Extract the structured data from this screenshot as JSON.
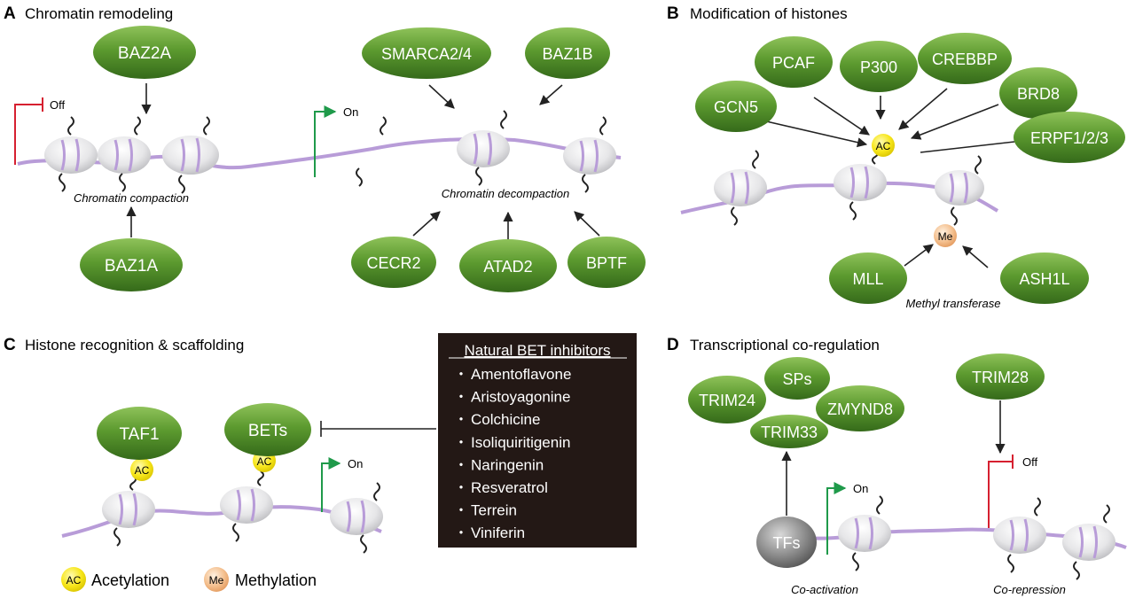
{
  "panels": {
    "a": {
      "letter": "A",
      "title": "Chromatin remodeling",
      "off_label": "Off",
      "on_label": "On",
      "compaction_label": "Chromatin compaction",
      "decompaction_label": "Chromatin decompaction",
      "proteins": {
        "baz2a": "BAZ2A",
        "baz1a": "BAZ1A",
        "smarca": "SMARCA2/4",
        "baz1b": "BAZ1B",
        "cecr2": "CECR2",
        "atad2": "ATAD2",
        "bptf": "BPTF"
      }
    },
    "b": {
      "letter": "B",
      "title": "Modification of histones",
      "ac_label": "AC",
      "me_label": "Me",
      "methyl_label": "Methyl transferase",
      "proteins": {
        "pcaf": "PCAF",
        "p300": "P300",
        "crebbp": "CREBBP",
        "gcn5": "GCN5",
        "brd8": "BRD8",
        "erpf": "ERPF1/2/3",
        "mll": "MLL",
        "ash1l": "ASH1L"
      }
    },
    "c": {
      "letter": "C",
      "title": "Histone recognition & scaffolding",
      "ac_label": "AC",
      "on_label": "On",
      "proteins": {
        "taf1": "TAF1",
        "bets": "BETs"
      },
      "inhibitors": {
        "title": "Natural BET inhibitors",
        "bullet": "・",
        "items": [
          "Amentoflavone",
          "Aristoyagonine",
          "Colchicine",
          "Isoliquiritigenin",
          "Naringenin",
          "Resveratrol",
          "Terrein",
          "Viniferin"
        ]
      }
    },
    "d": {
      "letter": "D",
      "title": "Transcriptional co-regulation",
      "on_label": "On",
      "off_label": "Off",
      "coactivation_label": "Co-activation",
      "corepression_label": "Co-repression",
      "tfs_label": "TFs",
      "proteins": {
        "trim24": "TRIM24",
        "sps": "SPs",
        "zmynd8": "ZMYND8",
        "trim33": "TRIM33",
        "trim28": "TRIM28"
      }
    }
  },
  "legend": {
    "ac_badge": "AC",
    "ac_label": "Acetylation",
    "me_badge": "Me",
    "me_label": "Methylation"
  },
  "colors": {
    "protein_green": "#5a9a2e",
    "dna_purple": "#b89cd8",
    "off_red": "#d62030",
    "on_green": "#1f9a4a",
    "acetyl_yellow": "#f7e61a",
    "methyl_orange": "#f2b07a",
    "box_dark": "#231815"
  }
}
